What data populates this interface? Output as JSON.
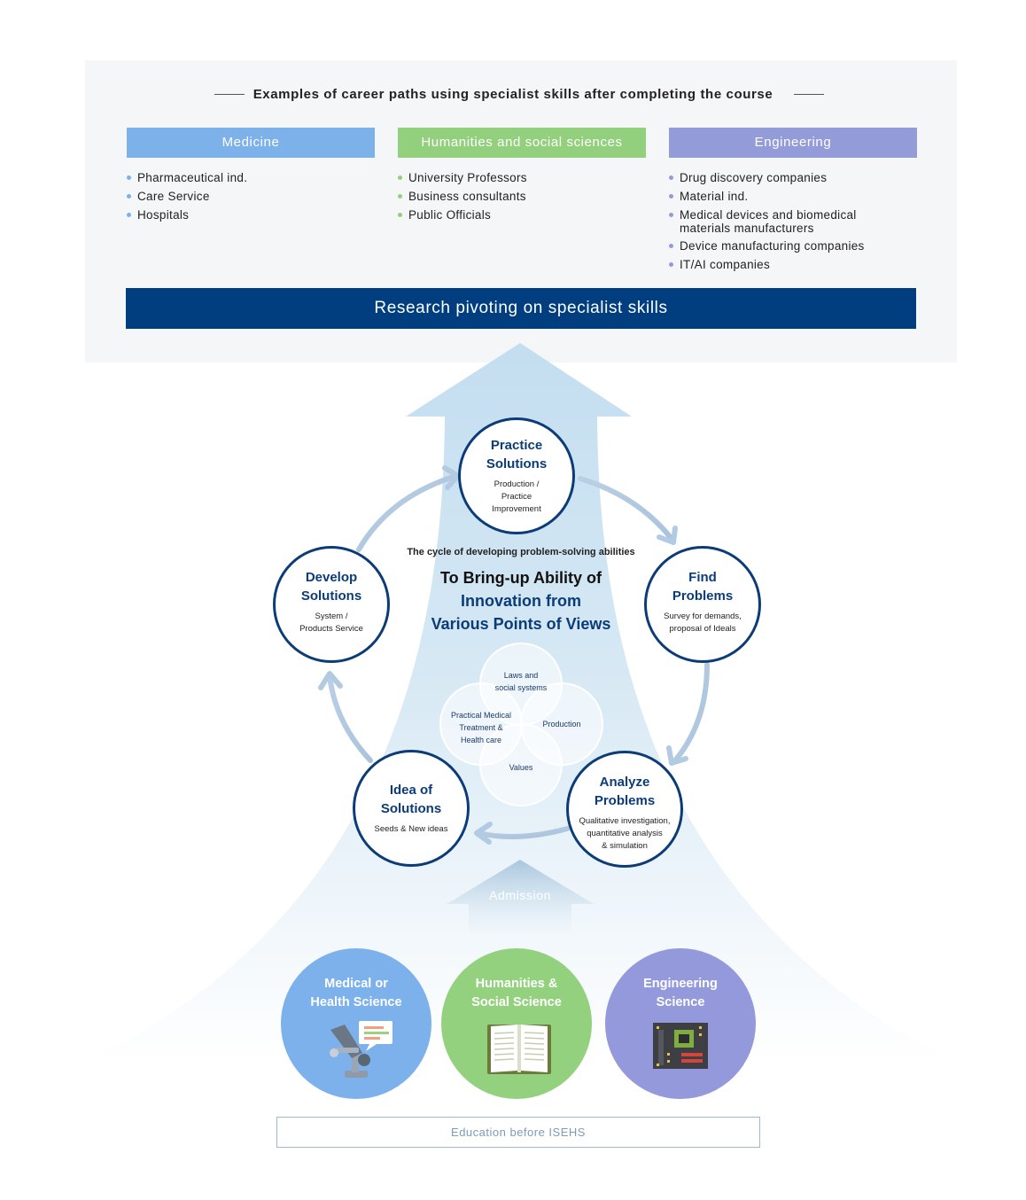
{
  "header": {
    "title": "Examples of career paths using specialist skills after completing the course"
  },
  "categories": [
    {
      "label": "Medicine",
      "color": "#7db1ea",
      "items": [
        "Pharmaceutical ind.",
        "Care Service",
        "Hospitals"
      ]
    },
    {
      "label": "Humanities and social sciences",
      "color": "#93d07d",
      "items": [
        "University Professors",
        "Business consultants",
        "Public Officials"
      ]
    },
    {
      "label": "Engineering",
      "color": "#949bd9",
      "items": [
        "Drug discovery companies",
        "Material ind.",
        "Medical devices and biomedical\nmaterials manufacturers",
        "Device manufacturing companies",
        "IT/AI companies"
      ]
    }
  ],
  "research_bar": {
    "label": "Research pivoting on specialist skills",
    "color": "#003e80"
  },
  "cycle": {
    "caption": "The cycle of developing problem-solving abilities",
    "title_line1": "To Bring-up Ability of",
    "title_line2": "Innovation from",
    "title_line3": "Various Points of Views",
    "nodes": {
      "practice": {
        "title": "Practice\nSolutions",
        "desc": "Production /\nPractice\nImprovement"
      },
      "find": {
        "title": "Find\nProblems",
        "desc": "Survey for demands,\nproposal of Ideals"
      },
      "analyze": {
        "title": "Analyze\nProblems",
        "desc": "Qualitative investigation,\nquantitative analysis\n& simulation"
      },
      "idea": {
        "title": "Idea of\nSolutions",
        "desc": "Seeds & New ideas"
      },
      "develop": {
        "title": "Develop\nSolutions",
        "desc": "System /\nProducts Service"
      }
    },
    "venn": {
      "top": "Laws and\nsocial systems",
      "left": "Practical Medical\nTreatment &\nHealth care",
      "right": "Production",
      "bottom": "Values"
    }
  },
  "admission": "Admission",
  "backgrounds": [
    {
      "label": "Medical or\nHealth Science",
      "color": "#7cb1ec",
      "icon": "microscope-icon"
    },
    {
      "label": "Humanities &\nSocial Science",
      "color": "#93d17e",
      "icon": "open-book-icon"
    },
    {
      "label": "Engineering\nScience",
      "color": "#9499dc",
      "icon": "circuit-board-icon"
    }
  ],
  "education_box": "Education before ISEHS"
}
